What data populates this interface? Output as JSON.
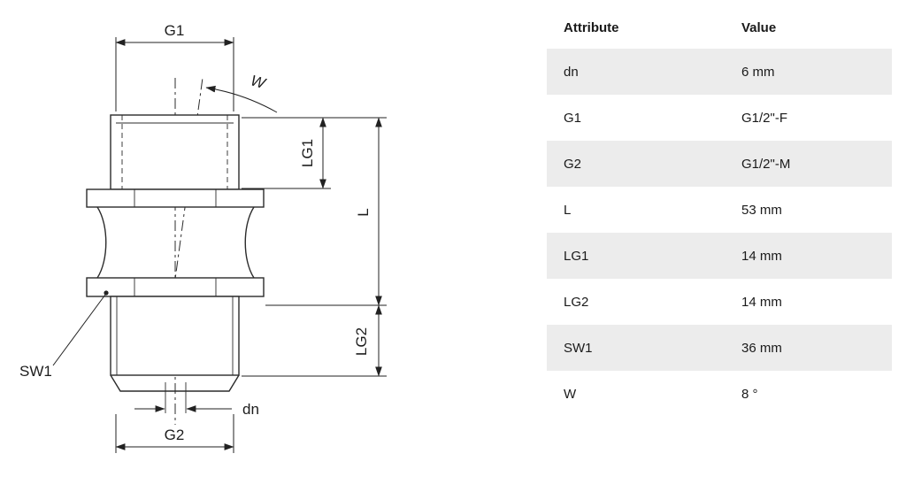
{
  "diagram": {
    "labels": {
      "g1": "G1",
      "w": "W",
      "lg1": "LG1",
      "l": "L",
      "lg2": "LG2",
      "sw1": "SW1",
      "dn": "dn",
      "g2": "G2"
    }
  },
  "table": {
    "headers": {
      "attribute": "Attribute",
      "value": "Value"
    },
    "rows": [
      {
        "attribute": "dn",
        "value": "6 mm"
      },
      {
        "attribute": "G1",
        "value": "G1/2\"-F"
      },
      {
        "attribute": "G2",
        "value": "G1/2\"-M"
      },
      {
        "attribute": "L",
        "value": "53 mm"
      },
      {
        "attribute": "LG1",
        "value": "14 mm"
      },
      {
        "attribute": "LG2",
        "value": "14 mm"
      },
      {
        "attribute": "SW1",
        "value": "36 mm"
      },
      {
        "attribute": "W",
        "value": "8 °"
      }
    ]
  },
  "colors": {
    "line": "#2b2b2b",
    "row_alt": "#ececec",
    "text": "#1a1a1a"
  }
}
